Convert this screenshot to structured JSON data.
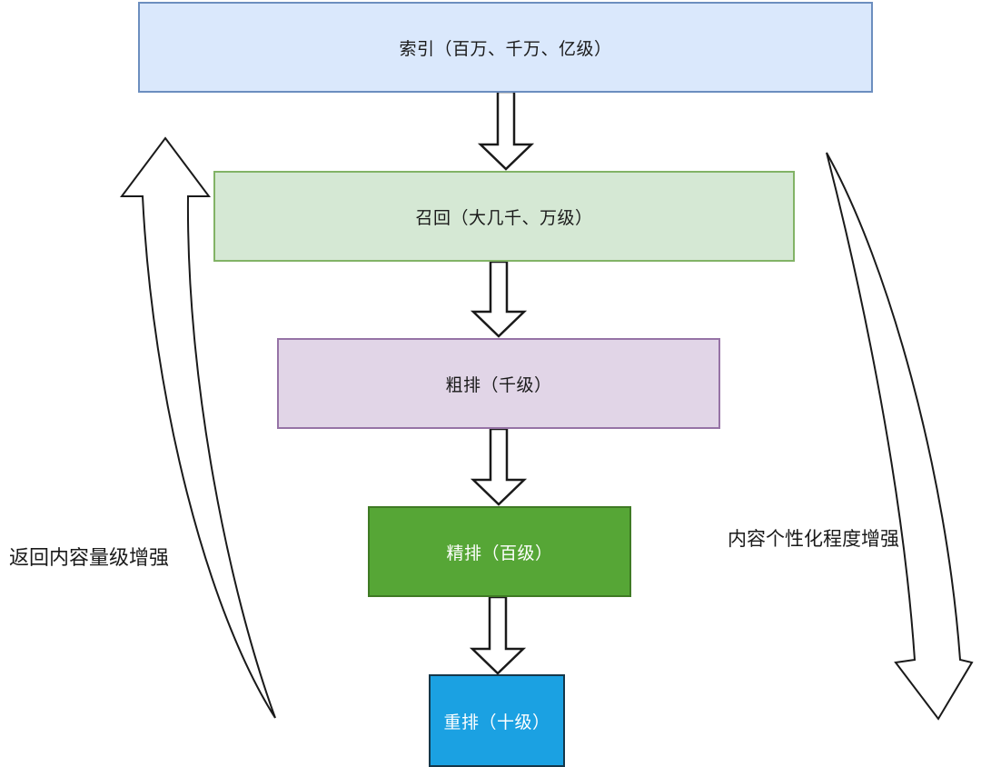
{
  "diagram": {
    "type": "funnel-flow",
    "stages": [
      {
        "id": "index",
        "label": "索引（百万、千万、亿级）",
        "fill": "#dae8fc",
        "border": "#6c8ebf",
        "text_color": "#1a1a1a"
      },
      {
        "id": "recall",
        "label": "召回（大几千、万级）",
        "fill": "#d5e8d4",
        "border": "#82b366",
        "text_color": "#1a1a1a"
      },
      {
        "id": "coarse-rank",
        "label": "粗排（千级）",
        "fill": "#e1d5e7",
        "border": "#9673a6",
        "text_color": "#1a1a1a"
      },
      {
        "id": "fine-rank",
        "label": "精排（百级）",
        "fill": "#56a636",
        "border": "#3f7a24",
        "text_color": "#ffffff"
      },
      {
        "id": "re-rank",
        "label": "重排（十级）",
        "fill": "#1ba1e2",
        "border": "#15374a",
        "text_color": "#ffffff"
      }
    ],
    "side_annotations": {
      "left": {
        "label": "返回内容量级增强",
        "direction": "up"
      },
      "right": {
        "label": "内容个性化程度增强",
        "direction": "down"
      }
    },
    "colors": {
      "background": "#ffffff",
      "arrow_fill": "#ffffff",
      "arrow_stroke": "#1a1a1a"
    }
  }
}
